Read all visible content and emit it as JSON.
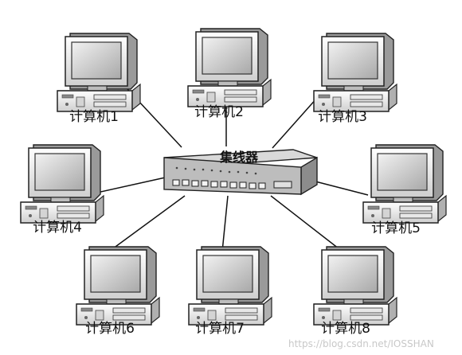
{
  "hub": {
    "label": "集线器"
  },
  "computers": [
    {
      "id": "pc1",
      "label": "计算机1"
    },
    {
      "id": "pc2",
      "label": "计算机2"
    },
    {
      "id": "pc3",
      "label": "计算机3"
    },
    {
      "id": "pc4",
      "label": "计算机4"
    },
    {
      "id": "pc5",
      "label": "计算机5"
    },
    {
      "id": "pc6",
      "label": "计算机6"
    },
    {
      "id": "pc7",
      "label": "计算机7"
    },
    {
      "id": "pc8",
      "label": "计算机8"
    }
  ],
  "watermark": "https://blog.csdn.net/IOSSHAN"
}
